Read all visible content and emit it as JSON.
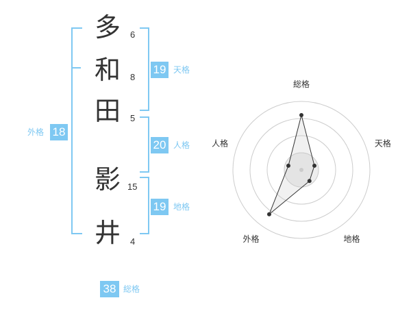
{
  "name": {
    "chars": [
      {
        "char": "多",
        "strokes": "6"
      },
      {
        "char": "和",
        "strokes": "8"
      },
      {
        "char": "田",
        "strokes": "5"
      },
      {
        "char": "影",
        "strokes": "15"
      },
      {
        "char": "井",
        "strokes": "4"
      }
    ]
  },
  "scores": {
    "tenkaku": {
      "value": "19",
      "label": "天格"
    },
    "jinkaku": {
      "value": "20",
      "label": "人格"
    },
    "chikaku": {
      "value": "19",
      "label": "地格"
    },
    "gaikaku": {
      "value": "18",
      "label": "外格"
    },
    "soukaku": {
      "value": "38",
      "label": "総格"
    }
  },
  "colors": {
    "accent": "#7ec8f2",
    "text": "#333333",
    "ring": "#cccccc"
  },
  "chart_data": {
    "type": "radar",
    "axes": [
      "総格",
      "天格",
      "地格",
      "外格",
      "人格"
    ],
    "values": [
      4,
      1,
      1,
      4,
      1
    ],
    "max": 5,
    "rings": 4
  }
}
